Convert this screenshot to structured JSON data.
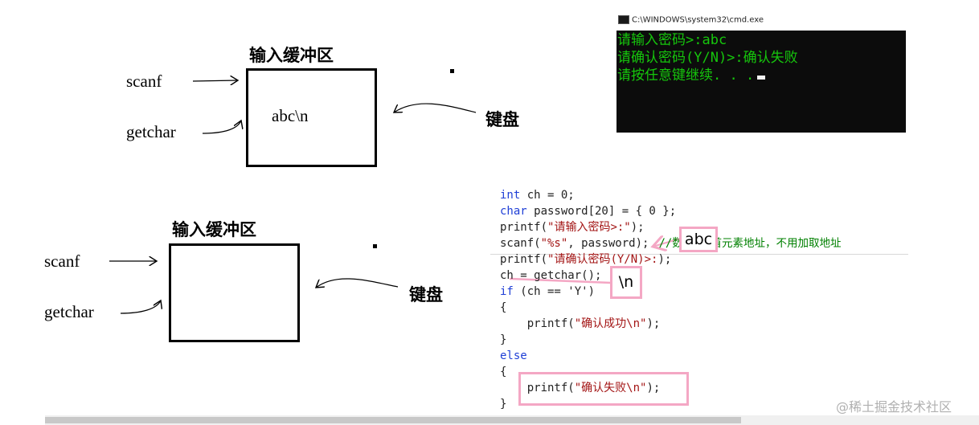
{
  "top_diagram": {
    "title": "输入缓冲区",
    "scanf_label": "scanf",
    "getchar_label": "getchar",
    "buffer_content": "abc\\n",
    "keyboard_label": "键盘"
  },
  "bottom_diagram": {
    "title": "输入缓冲区",
    "scanf_label": "scanf",
    "getchar_label": "getchar",
    "keyboard_label": "键盘"
  },
  "console": {
    "window_title": "C:\\WINDOWS\\system32\\cmd.exe",
    "lines": [
      "请输入密码>:abc",
      "请确认密码(Y/N)>:确认失败",
      "请按任意键继续. . ."
    ],
    "text_color": "#16c60c",
    "background": "#0c0c0c"
  },
  "code": {
    "l1_kw": "int",
    "l1_rest": " ch = 0;",
    "l2_kw": "char",
    "l2_rest": " password[20] = { 0 };",
    "l3_a": "printf(",
    "l3_str": "\"请输入密码>:\"",
    "l3_b": ");",
    "l4_a": "scanf(",
    "l4_str": "\"%s\"",
    "l4_b": ", password);",
    "l4_comment_start": "//数",
    "l4_comment_end": "是首元素地址，不用加取地址",
    "l5_a": "printf(",
    "l5_str": "\"请确认密码(Y/N)>:",
    "l5_b": ");",
    "l6": "ch = getchar();",
    "l7_kw": "if",
    "l7_rest": " (ch == 'Y')",
    "l8": "{",
    "l9_a": "    printf(",
    "l9_str": "\"确认成功\\n\"",
    "l9_b": ");",
    "l10": "}",
    "l11_kw": "else",
    "l12": "{",
    "l13_a": "    printf(",
    "l13_str": "\"确认失败\\n\"",
    "l13_b": ");",
    "l14": "}"
  },
  "annotations": {
    "abc_tag": "abc",
    "newline_tag": "\\n",
    "highlight_color": "#f4a7c4"
  },
  "watermark": "@稀土掘金技术社区"
}
